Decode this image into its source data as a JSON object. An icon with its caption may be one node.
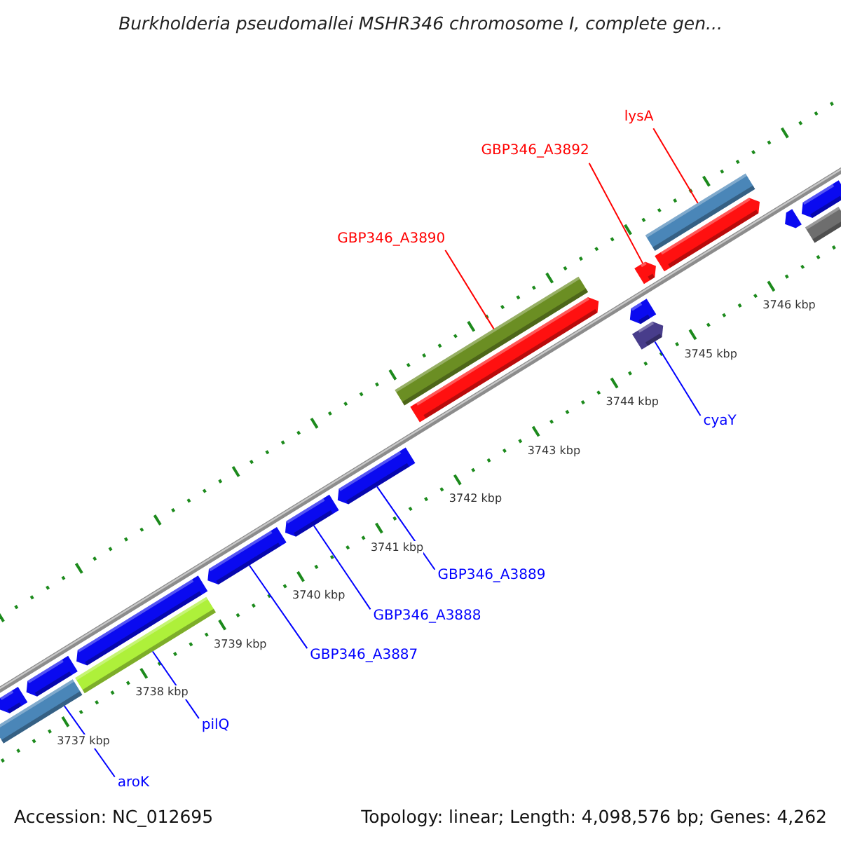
{
  "diagram": {
    "title": "Burkholderia pseudomallei MSHR346 chromosome I, complete gen...",
    "nodes": [
      {
        "text": [
          "GBP346_A3890"
        ]
      },
      {
        "text": [
          "GBP346_A3892"
        ]
      },
      {
        "text": [
          "lysA"
        ]
      },
      {
        "text": [
          "cyaY"
        ]
      },
      {
        "text": [
          "GBP346_A3889"
        ]
      },
      {
        "text": [
          "GBP346_A3888"
        ]
      },
      {
        "text": [
          "GBP346_A3887"
        ]
      },
      {
        "text": [
          "pilQ"
        ]
      },
      {
        "text": [
          "aroK"
        ]
      },
      {
        "text": [],
        "shape": "pentagon"
      },
      {
        "text": [],
        "shape": "bar"
      },
      {
        "text": [],
        "shape": "pentagon"
      },
      {
        "text": [],
        "shape": "pentagon"
      },
      {
        "text": [],
        "shape": "bar"
      },
      {
        "text": [],
        "shape": "pentagon"
      },
      {
        "text": [],
        "shape": "pentagon"
      },
      {
        "text": [],
        "shape": "pentagon"
      },
      {
        "text": [],
        "shape": "bar"
      },
      {
        "text": [],
        "shape": "pentagon"
      },
      {
        "text": [],
        "shape": "pentagon"
      },
      {
        "text": [],
        "shape": "pentagon"
      },
      {
        "text": [],
        "shape": "pentagon"
      },
      {
        "text": [],
        "shape": "bar"
      },
      {
        "text": [],
        "shape": "pentagon"
      },
      {
        "text": [],
        "shape": "pentagon"
      },
      {
        "text": [],
        "shape": "pentagon"
      },
      {
        "text": [],
        "shape": "bar"
      }
    ],
    "edges": [
      {
        "from": 0,
        "to": 17,
        "arrow": "none",
        "color": "#ff0000"
      },
      {
        "from": 1,
        "to": 21,
        "arrow": "none",
        "color": "#ff0000"
      },
      {
        "from": 2,
        "to": 22,
        "arrow": "none",
        "color": "#ff0000"
      },
      {
        "from": 3,
        "to": 19,
        "arrow": "none"
      },
      {
        "from": 4,
        "to": 16,
        "arrow": "none"
      },
      {
        "from": 5,
        "to": 15,
        "arrow": "none"
      },
      {
        "from": 6,
        "to": 14,
        "arrow": "none"
      },
      {
        "from": 7,
        "to": 13,
        "arrow": "none"
      },
      {
        "from": 8,
        "to": 10,
        "arrow": "none"
      }
    ],
    "labels": [
      "3737 kbp",
      "3738 kbp",
      "3739 kbp",
      "3740 kbp",
      "3741 kbp",
      "3742 kbp",
      "3743 kbp",
      "3744 kbp",
      "3745 kbp",
      "3746 kbp",
      "Accession: NC_012695",
      "Topology: linear; Length: 4,098,576 bp; Genes: 4,262"
    ]
  }
}
